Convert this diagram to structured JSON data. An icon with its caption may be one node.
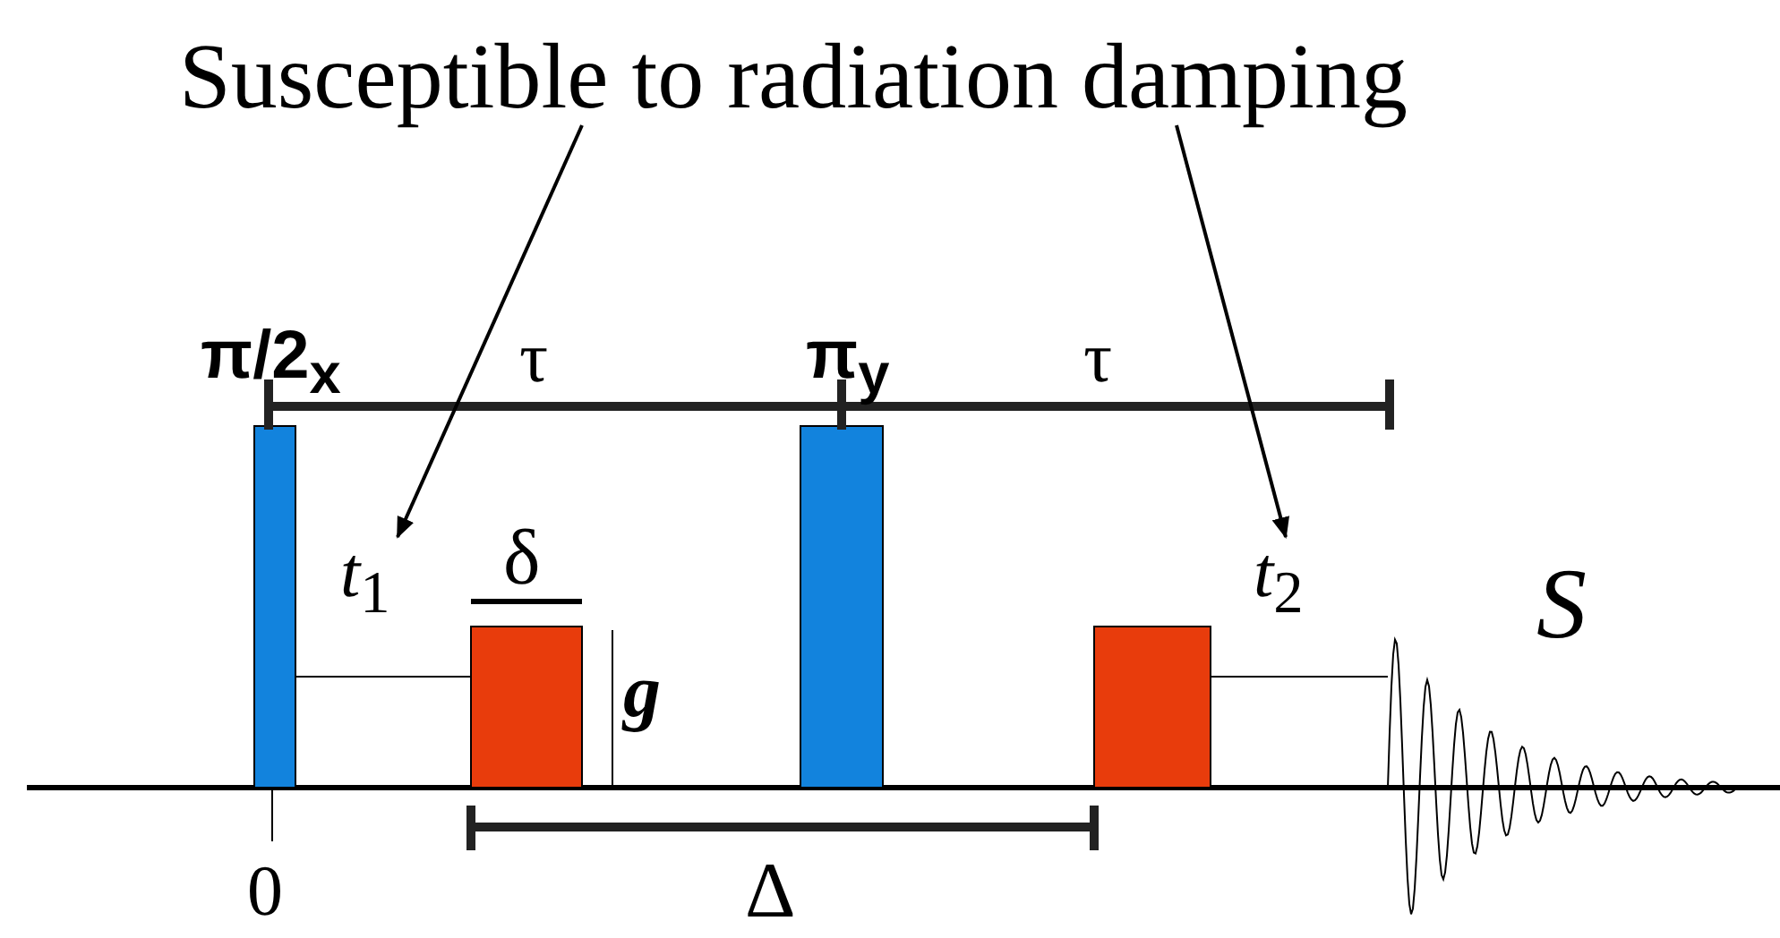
{
  "diagram": {
    "nodes": [
      {
        "text": [
          "Susceptible to radiation damping"
        ]
      },
      {
        "text": [
          "*t*$_{1}$"
        ]
      },
      {
        "text": [
          "*t*$_{2}$"
        ]
      }
    ],
    "edges": [
      {
        "from": 0,
        "to": 1,
        "arrow": "to"
      },
      {
        "from": 0,
        "to": 2,
        "arrow": "to"
      }
    ],
    "labels": [
      "π/2$_{x}$",
      "τ",
      "π$_{y}$",
      "τ",
      "δ",
      "g",
      "S",
      "0",
      "Δ"
    ]
  }
}
